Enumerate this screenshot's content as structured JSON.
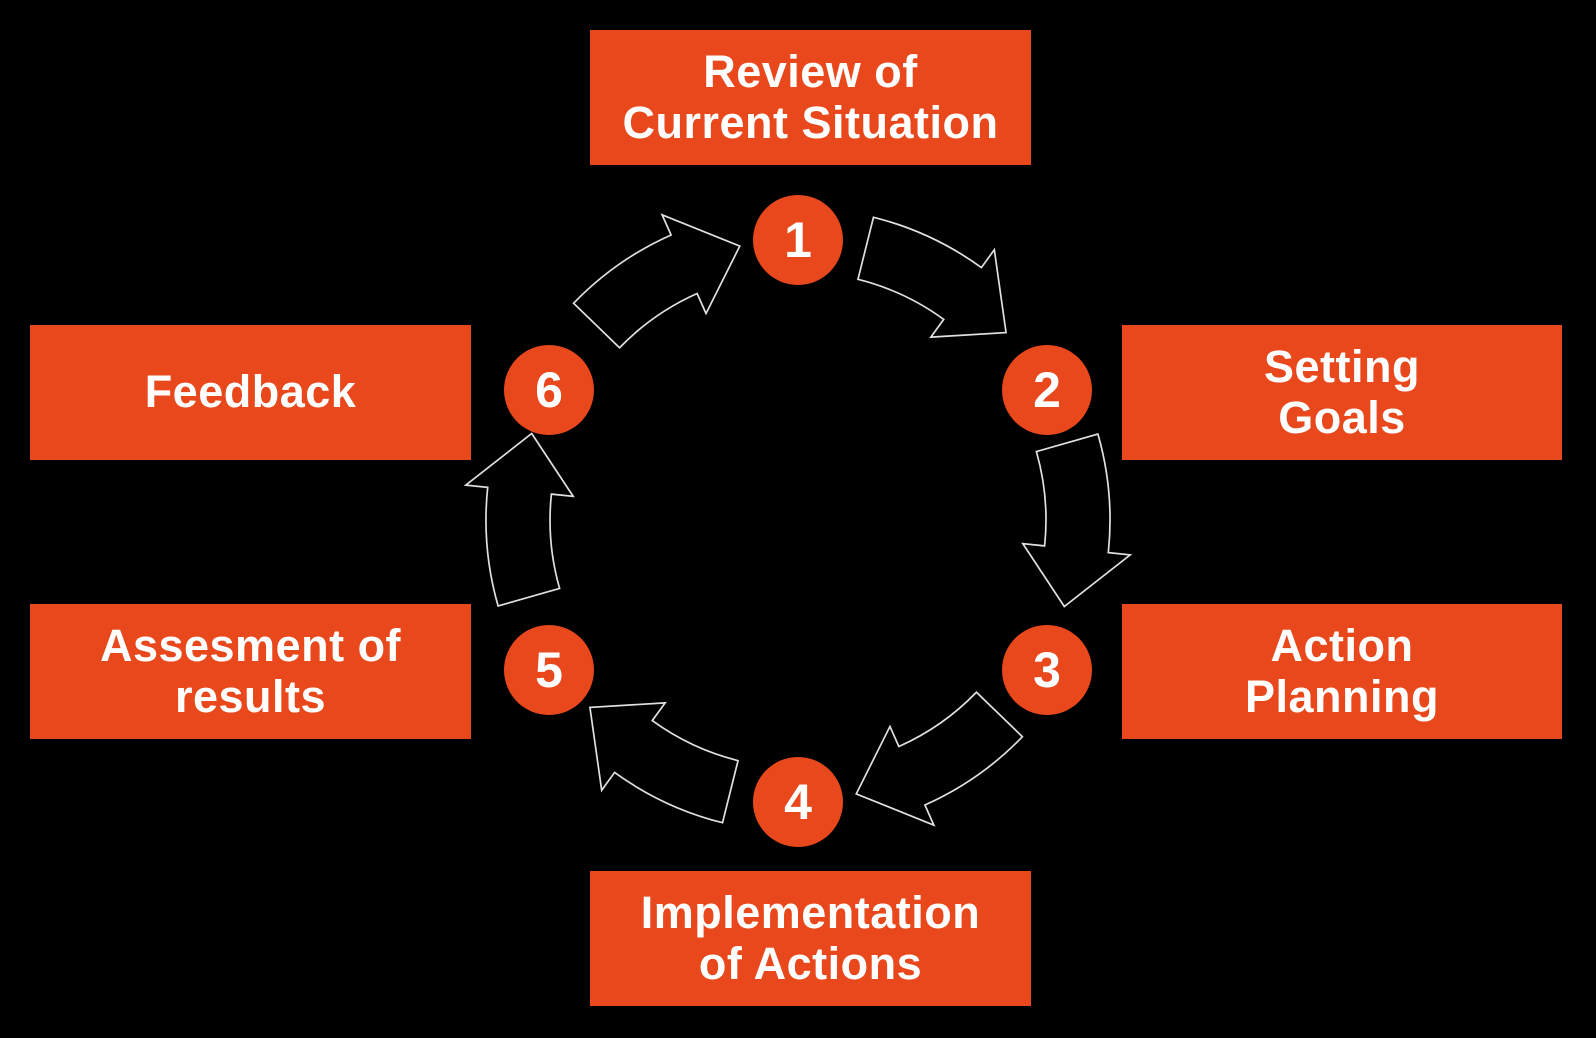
{
  "colors": {
    "background": "#000000",
    "shape_fill": "#e8481b",
    "label_text": "#ffffff",
    "arrow_outline": "#e0e0e0"
  },
  "cycle": {
    "type": "circular-process-diagram",
    "direction": "clockwise",
    "steps": [
      {
        "number": "1",
        "lines": [
          "Review of",
          "Current Situation"
        ]
      },
      {
        "number": "2",
        "lines": [
          "Setting",
          "Goals"
        ]
      },
      {
        "number": "3",
        "lines": [
          "Action",
          "Planning"
        ]
      },
      {
        "number": "4",
        "lines": [
          "Implementation",
          "of Actions"
        ]
      },
      {
        "number": "5",
        "lines": [
          "Assesment of",
          "results"
        ]
      },
      {
        "number": "6",
        "lines": [
          "Feedback"
        ]
      }
    ]
  }
}
